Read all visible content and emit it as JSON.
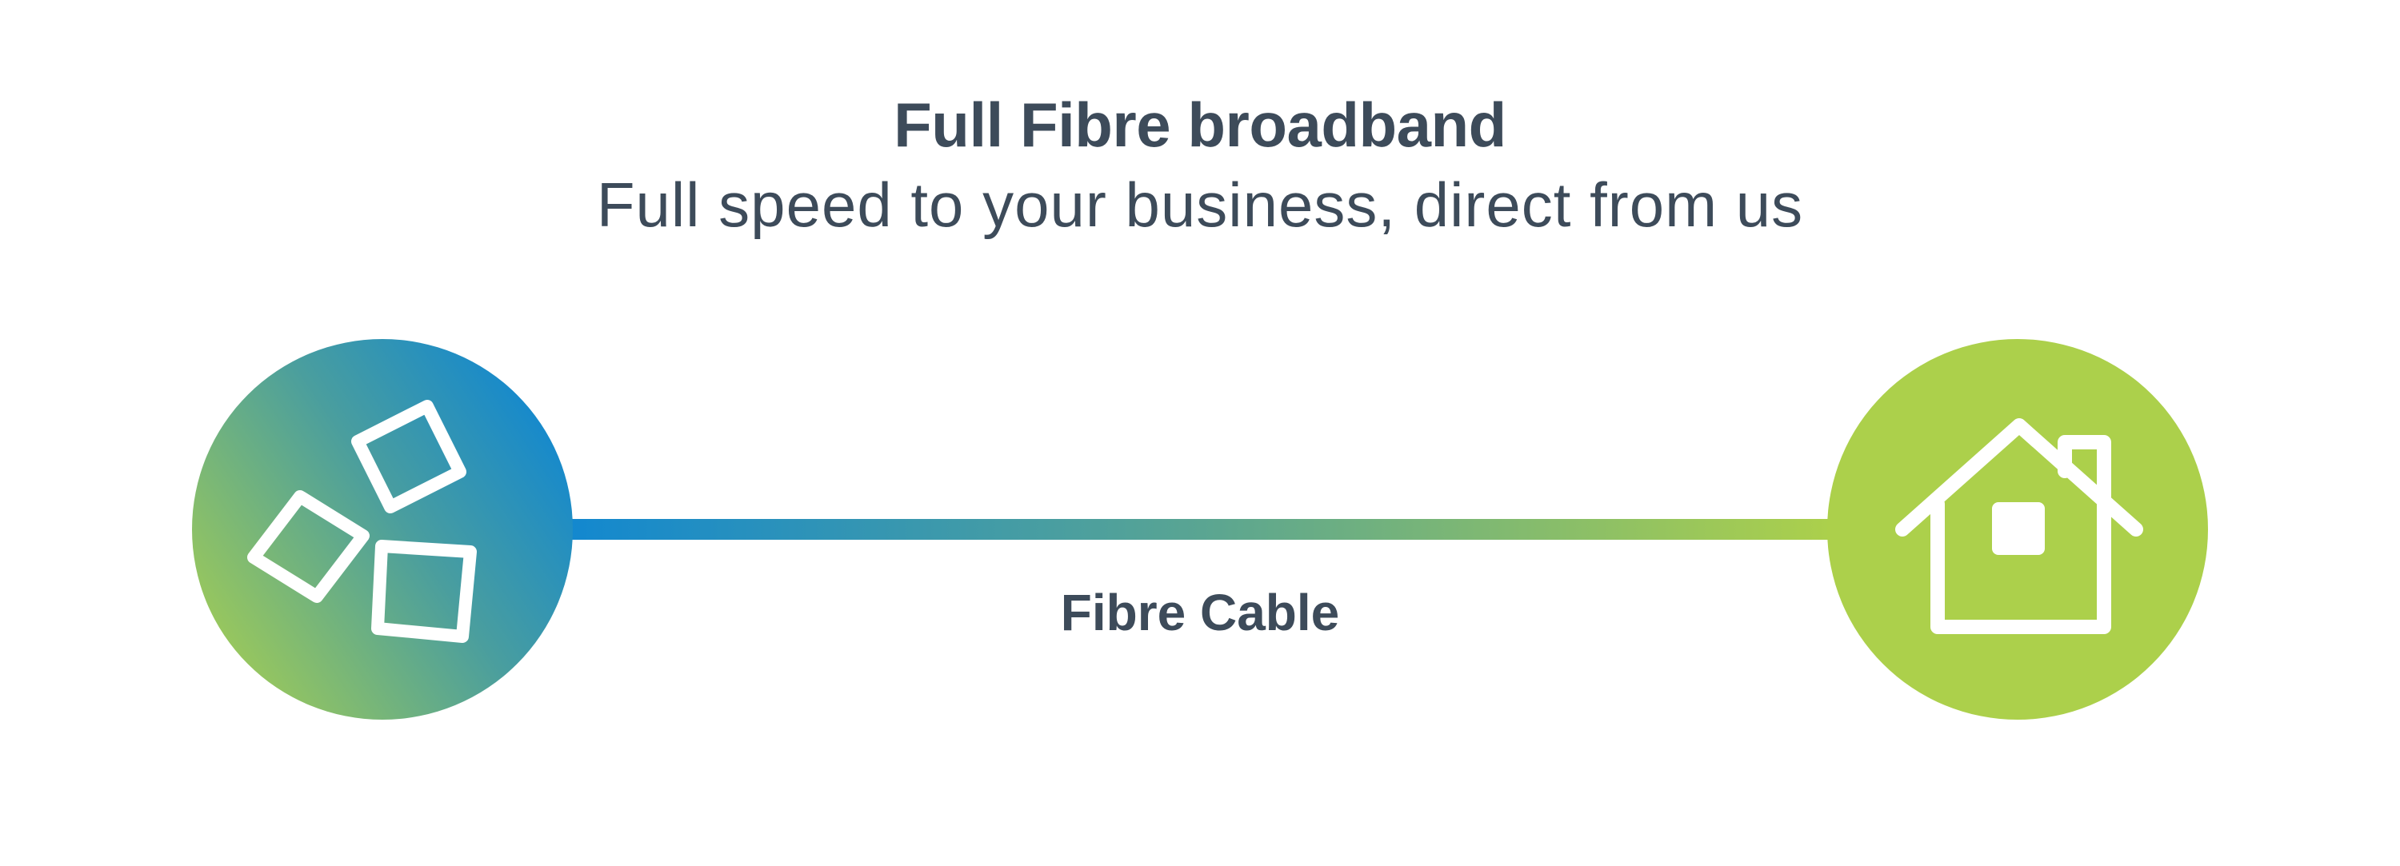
{
  "header": {
    "title": "Full Fibre broadband",
    "subtitle": "Full speed to your business, direct from us"
  },
  "diagram": {
    "connection_label": "Fibre Cable",
    "source_node": {
      "icon": "network-cubes-icon"
    },
    "destination_node": {
      "icon": "house-icon"
    }
  },
  "colors": {
    "text": "#3d4b5a",
    "blue": "#1388cf",
    "green": "#acd04b"
  }
}
